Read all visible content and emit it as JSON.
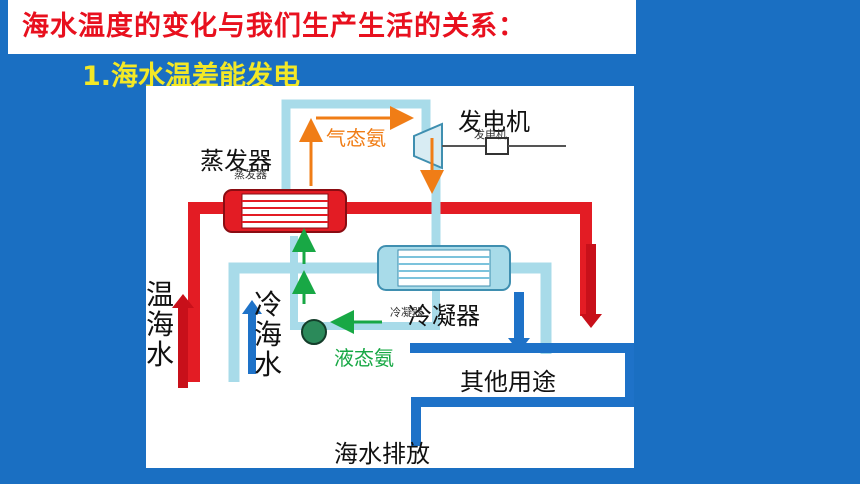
{
  "header": {
    "title": "海水温度的变化与我们生产生活的关系：",
    "subtitle": "1.海水温差能发电"
  },
  "diagram": {
    "labels": {
      "generator": "发电机",
      "generator_small": "发电机",
      "evaporator": "蒸发器",
      "evaporator_small": "蒸发器",
      "condenser": "冷凝器",
      "condenser_small": "冷凝器",
      "gas_ammonia": "气态氨",
      "liquid_ammonia": "液态氨",
      "other_use": "其他用途",
      "seawater_discharge": "海水排放",
      "warm_seawater": [
        "温",
        "海",
        "水"
      ],
      "cold_seawater": [
        "冷",
        "海",
        "水"
      ]
    },
    "colors": {
      "warm_pipe": "#e31c24",
      "cold_pipe": "#a8dbe9",
      "gas_arrow": "#f07d16",
      "liquid_arrow": "#18a845",
      "cold_arrow": "#1e72c8",
      "warm_arrow": "#c8101a"
    }
  }
}
